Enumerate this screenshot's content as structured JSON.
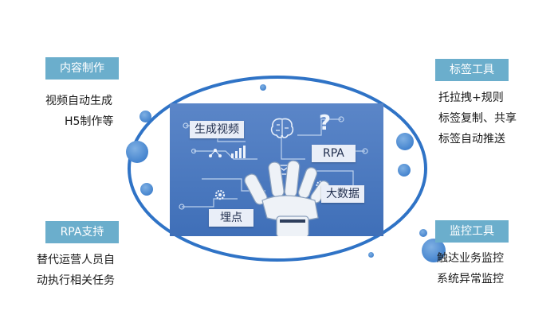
{
  "left_top": {
    "tag": "内容制作",
    "lines": [
      "视频自动生成",
      "H5制作等"
    ]
  },
  "left_bottom": {
    "tag": "RPA支持",
    "lines": [
      "替代运营人员自",
      "动执行相关任务"
    ]
  },
  "right_top": {
    "tag": "标签工具",
    "lines": [
      "托拉拽+规则",
      "标签复制、共享",
      "标签自动推送"
    ]
  },
  "right_bottom": {
    "tag": "监控工具",
    "lines": [
      "触达业务监控",
      "系统异常监控"
    ]
  },
  "center": {
    "labels": {
      "video": "生成视频",
      "rpa": "RPA",
      "bigdata": "大数据",
      "tracking": "埋点"
    },
    "question_mark": "?"
  },
  "colors": {
    "tag_bg": "#6baecc",
    "ring": "#2f73c6",
    "panel": "#4a7abf"
  }
}
